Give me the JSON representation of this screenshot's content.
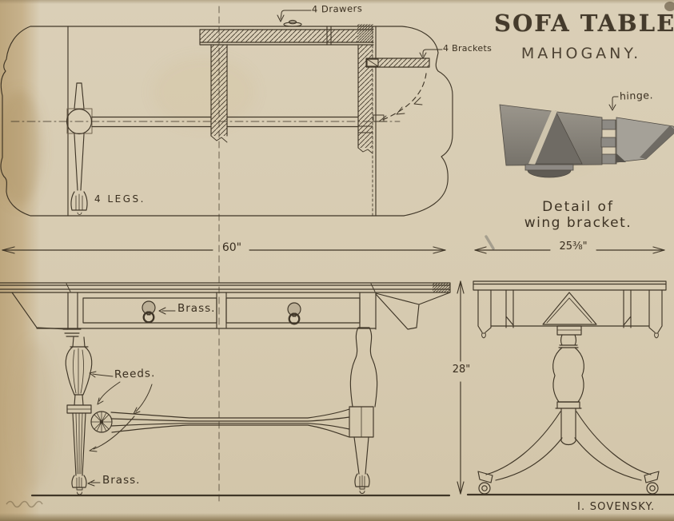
{
  "title": {
    "name": "SOFA TABLE",
    "material": "MAHOGANY."
  },
  "plan_view": {
    "drawers_label": "4 Drawers",
    "brackets_label": "4 Brackets",
    "legs_label": "4 LEGS."
  },
  "bracket_detail": {
    "hinge_label": "hinge.",
    "caption_line1": "Detail of",
    "caption_line2": "wing bracket."
  },
  "dimensions": {
    "length": "60\"",
    "depth": "25⅜\"",
    "height": "28\""
  },
  "front_elevation": {
    "brass_pull_label": "Brass.",
    "reeds_label": "Reeds.",
    "brass_foot_label": "Brass."
  },
  "signature": "I. SOVENSKY.",
  "colors": {
    "paper": "#d7cbb1",
    "paper_edge": "#c0aa85",
    "ink": "#352c1e",
    "pencil_dark": "#5f5b54",
    "pencil_mid": "#8d8a84",
    "pencil_light": "#cec4ad"
  }
}
